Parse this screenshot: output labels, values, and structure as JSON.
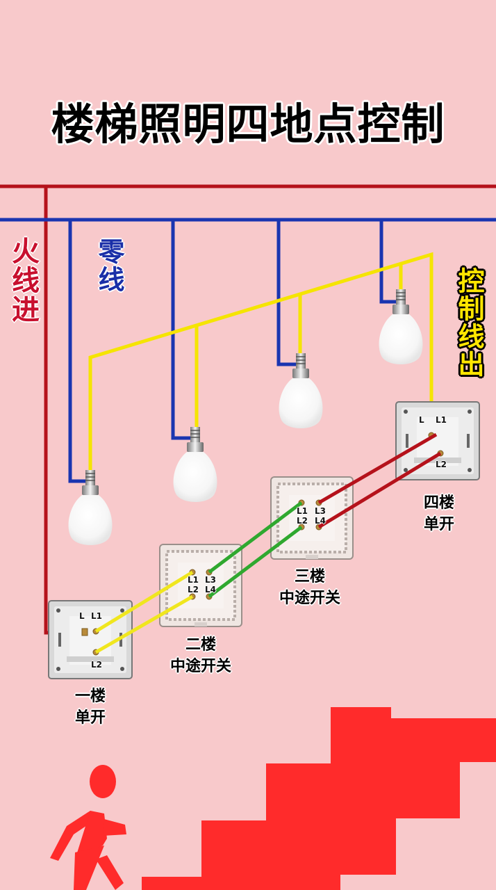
{
  "title": "楼梯照明四地点控制",
  "labels": {
    "live_in": "火线进",
    "neutral": "零线",
    "control_out": "控制线出"
  },
  "switches": [
    {
      "floor": "一楼",
      "type": "单开",
      "terminals": [
        "L",
        "L1",
        "L2"
      ]
    },
    {
      "floor": "二楼",
      "type": "中途开关",
      "terminals": [
        "L1",
        "L2",
        "L3",
        "L4"
      ]
    },
    {
      "floor": "三楼",
      "type": "中途开关",
      "terminals": [
        "L1",
        "L2",
        "L3",
        "L4"
      ]
    },
    {
      "floor": "四楼",
      "type": "单开",
      "terminals": [
        "L",
        "L1",
        "L2"
      ]
    }
  ],
  "bulb_count": 4,
  "colors": {
    "background": "#f8c9cb",
    "live_wire": "#b5121b",
    "neutral_wire": "#1a35b0",
    "control_wire": "#f5e400",
    "traveler_yellow": "#f0e61e",
    "traveler_green": "#2fa82f",
    "traveler_red": "#b5121b",
    "stairs": "#ff2b2b"
  }
}
